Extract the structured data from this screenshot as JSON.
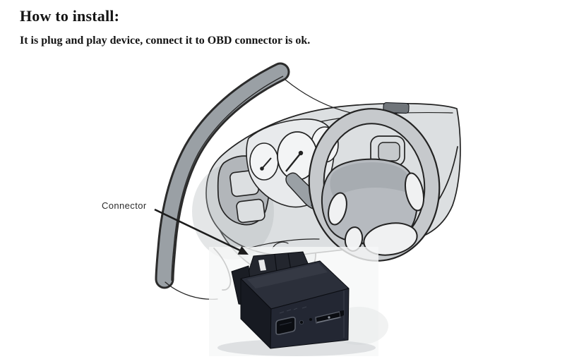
{
  "header": {
    "title": "How to install:",
    "subtitle": "It is plug and play device, connect it to OBD connector is ok."
  },
  "illustration": {
    "connector_label": "Connector",
    "arrow_icon": "arrow-down-right",
    "subject": "car-dashboard-line-drawing-with-obd-tracker"
  },
  "colors": {
    "paper": "#ffffff",
    "ink": "#232323",
    "ink-text": "#141414",
    "pillar": "#9aa0a5",
    "dash-light": "#dcdfe1",
    "dash-mid": "#c6c9cc",
    "dash-dark": "#b2b6ba",
    "gauge-white": "#f3f4f5",
    "device-top": "#2b2f3a",
    "device-front": "#232733",
    "device-side": "#171a22",
    "device-outline": "#0b0d12",
    "port-outline": "#5a5f6a"
  }
}
